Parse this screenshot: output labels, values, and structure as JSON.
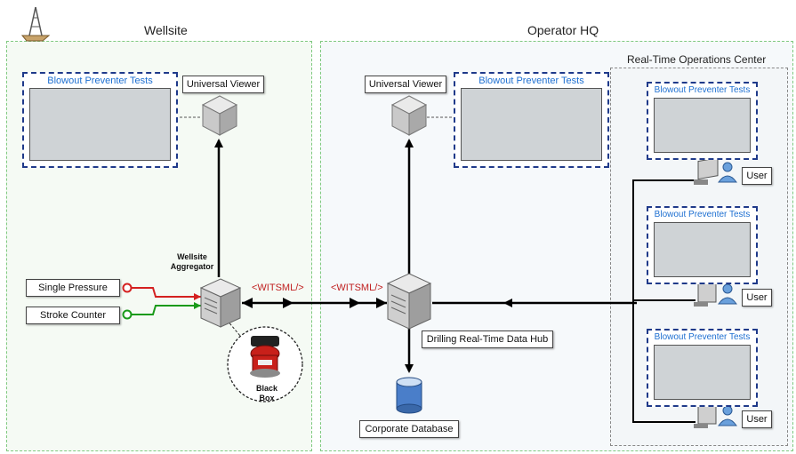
{
  "zones": {
    "wellsite": "Wellsite",
    "operator_hq": "Operator HQ",
    "rtoc": "Real-Time Operations Center"
  },
  "panels": {
    "title": "Blowout Preventer Tests"
  },
  "labels": {
    "universal_viewer": "Universal Viewer",
    "wellsite_aggregator_line1": "Wellsite",
    "wellsite_aggregator_line2": "Aggregator",
    "single_pressure": "Single Pressure",
    "stroke_counter": "Stroke Counter",
    "black_box": "Black Box",
    "witsml": "<WITSML/>",
    "data_hub": "Drilling Real-Time Data Hub",
    "corporate_database": "Corporate Database",
    "user": "User"
  },
  "colors": {
    "zone_border": "#7fc97f",
    "panel_border": "#1f3a8a",
    "panel_title": "#1d6fd1",
    "witsml": "#c02020",
    "pressure_line": "#d42020",
    "stroke_line": "#1a9a1a"
  }
}
